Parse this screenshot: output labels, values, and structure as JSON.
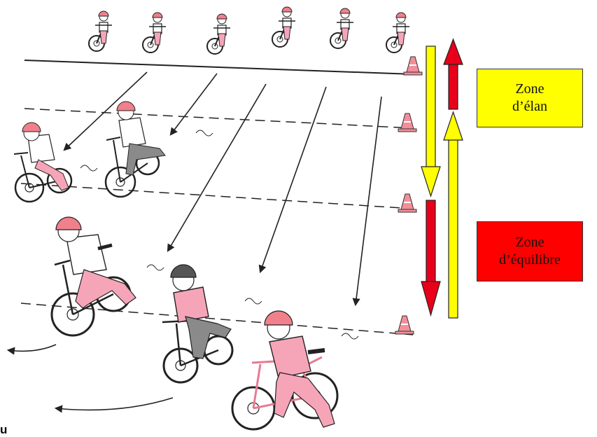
{
  "zones": {
    "elan": {
      "line1": "Zone",
      "line2": "d’élan",
      "color": "#ffff00"
    },
    "equilibre": {
      "line1": "Zone",
      "line2": "d’équilibre",
      "color": "#ff0000"
    }
  },
  "corner_text": "u",
  "colors": {
    "helmet": "#f0808c",
    "pants": "#f6a5b8",
    "gray": "#8a8a8a",
    "cone": "#f28f9a",
    "arrow_red": "#e8001a",
    "arrow_yellow": "#ffff00"
  },
  "riders": {
    "start_line_count": 6
  },
  "icons": [
    "traffic-cone-icon",
    "down-arrow-icon",
    "up-arrow-icon",
    "child-cyclist-icon"
  ]
}
